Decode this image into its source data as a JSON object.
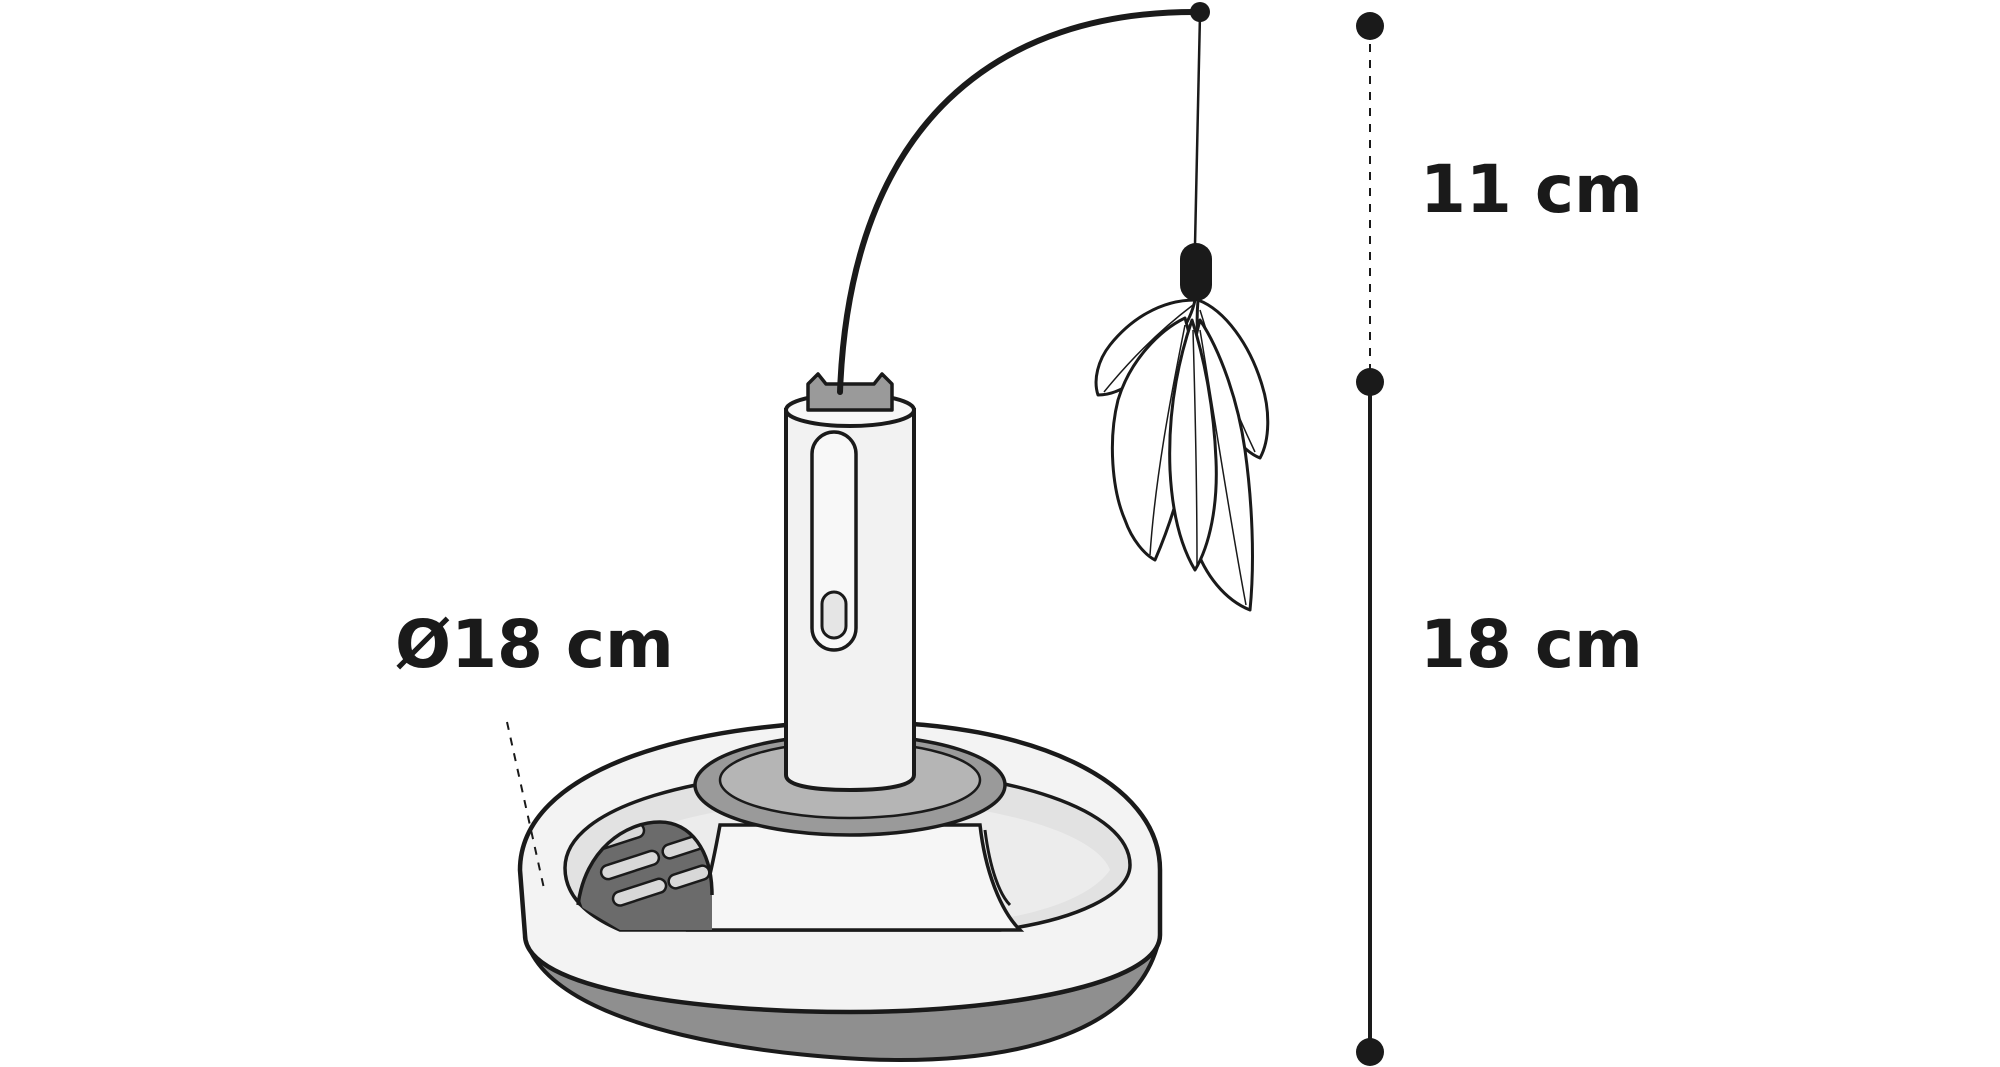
{
  "dimensions": {
    "rod_height": "11 cm",
    "base_height": "18 cm",
    "base_diameter": "Ø18 cm"
  },
  "colors": {
    "outline": "#1a1a1a",
    "light_fill": "#f2f2f2",
    "mid_fill": "#9a9a9a",
    "dark_fill": "#4a4a4a"
  }
}
